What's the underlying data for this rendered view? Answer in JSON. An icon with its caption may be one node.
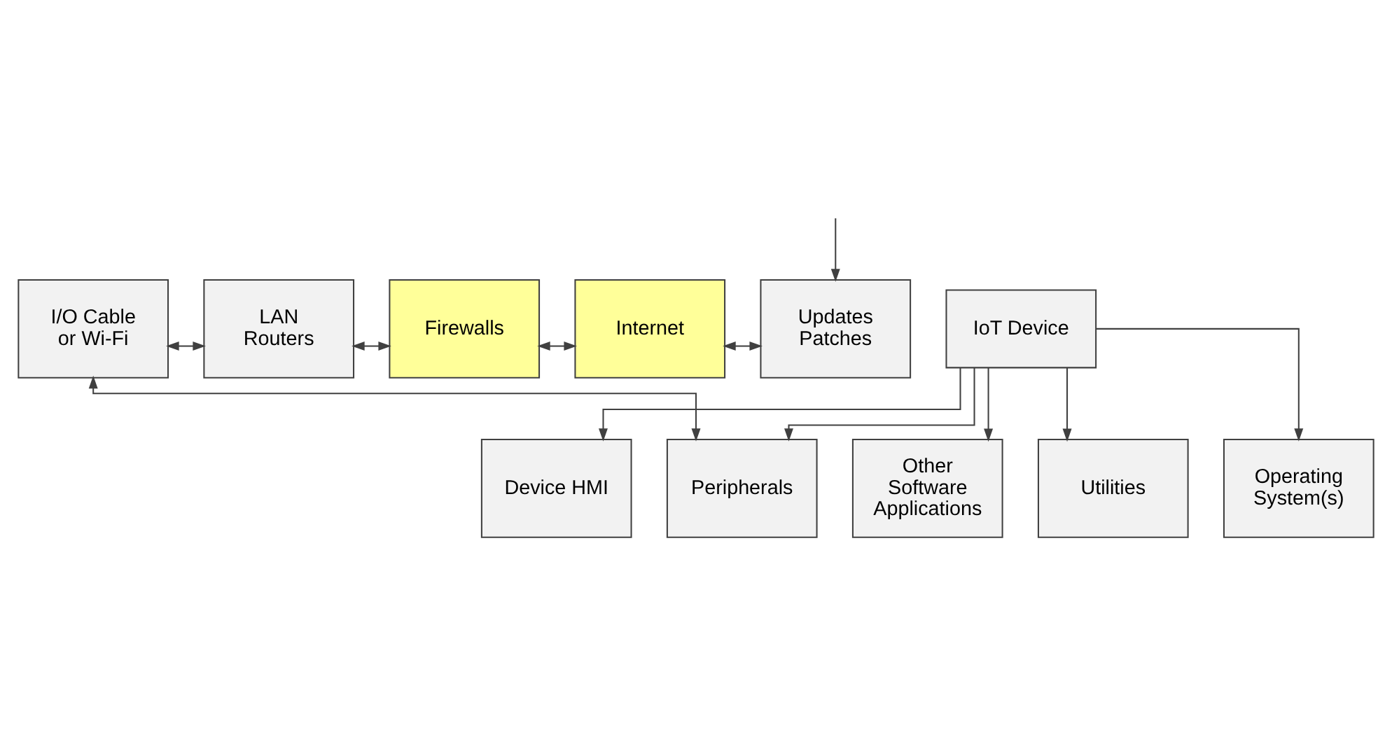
{
  "diagram": {
    "nodes": [
      {
        "text": [
          "IoT Device"
        ]
      },
      {
        "text": [
          "Device HMI"
        ]
      },
      {
        "text": [
          "Peripherals"
        ]
      },
      {
        "text": [
          "Other Software Applications"
        ]
      },
      {
        "text": [
          "Utilities"
        ]
      },
      {
        "text": [
          "Operating System(s)"
        ]
      },
      {
        "text": [
          "I/O Cable or Wi-Fi"
        ]
      },
      {
        "text": [
          "LAN Routers"
        ]
      },
      {
        "text": [
          "Firewalls"
        ]
      },
      {
        "text": [
          "Internet"
        ]
      },
      {
        "text": [
          "Updates Patches"
        ]
      }
    ],
    "edges": [
      {
        "from": 0,
        "to": 1,
        "arrow": "to"
      },
      {
        "from": 0,
        "to": 2,
        "arrow": "to"
      },
      {
        "from": 0,
        "to": 3,
        "arrow": "to"
      },
      {
        "from": 0,
        "to": 4,
        "arrow": "to"
      },
      {
        "from": 0,
        "to": 5,
        "arrow": "to"
      },
      {
        "from": 6,
        "to": 2,
        "arrow": "both"
      },
      {
        "from": 6,
        "to": 7,
        "arrow": "both"
      },
      {
        "from": 7,
        "to": 8,
        "arrow": "both"
      },
      {
        "from": 8,
        "to": 9,
        "arrow": "both"
      },
      {
        "from": 9,
        "to": 10,
        "arrow": "both"
      },
      {
        "from": null,
        "to": 10,
        "arrow": "to"
      }
    ]
  }
}
